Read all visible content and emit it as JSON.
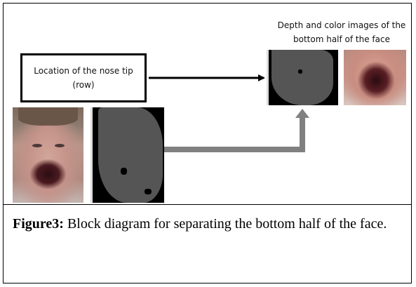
{
  "diagram": {
    "top_caption": "Depth and color images of the bottom half of the face",
    "nose_box_label": "Location of the nose tip (row)",
    "images": {
      "full_face_color": "face-photo",
      "full_face_depth": "depth-map",
      "half_face_depth": "depth-map",
      "half_face_color": "face-photo"
    }
  },
  "caption": {
    "label": "Figure3:",
    "text": " Block diagram for separating the bottom half of the face."
  },
  "colors": {
    "black_arrow": "#000000",
    "gray_arrow": "#808080",
    "depth_fill": "#555555"
  }
}
